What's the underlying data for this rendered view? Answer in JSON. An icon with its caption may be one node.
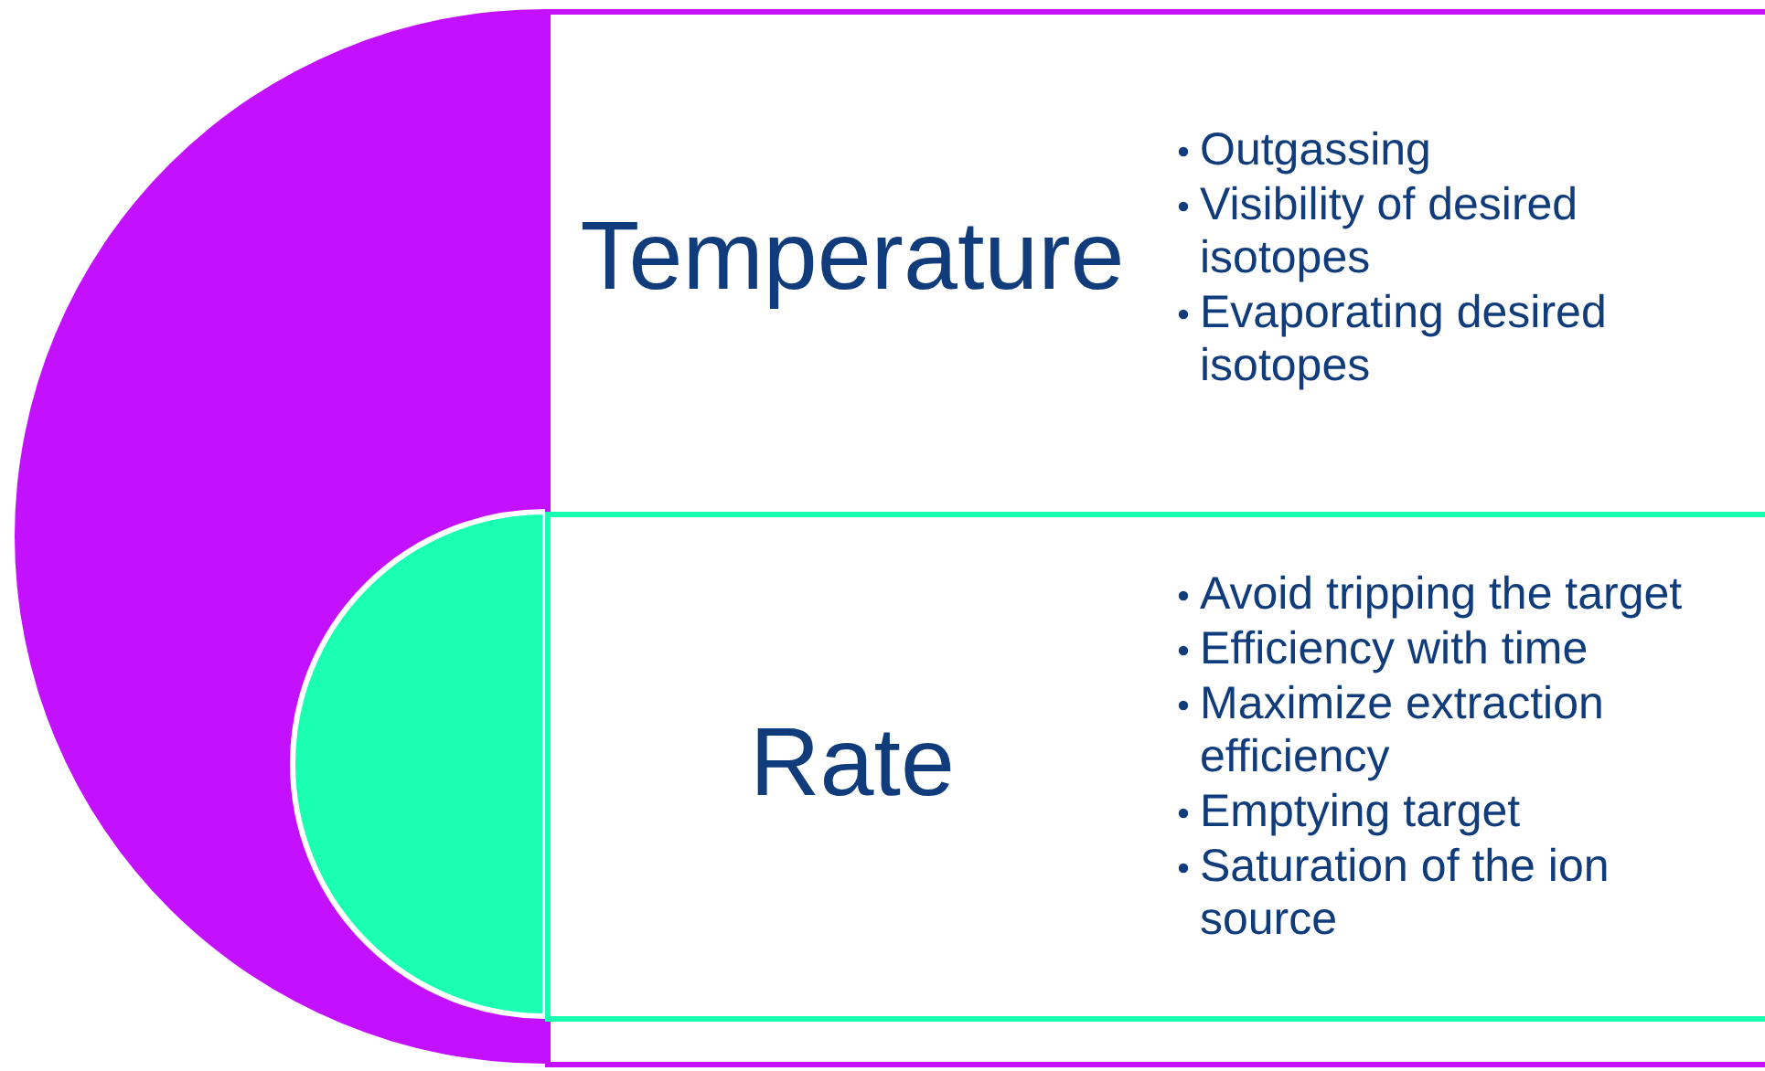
{
  "diagram": {
    "nodes": [
      {
        "text": [
          "Temperature",
          "Outgassing",
          "Visibility of desired isotopes",
          "Evaporating desired isotopes"
        ]
      },
      {
        "text": [
          "Rate",
          "Avoid tripping the target",
          "Efficiency with time",
          "Maximize extraction efficiency",
          "Emptying target",
          "Saturation of the ion source"
        ],
        "in": 0
      }
    ]
  }
}
